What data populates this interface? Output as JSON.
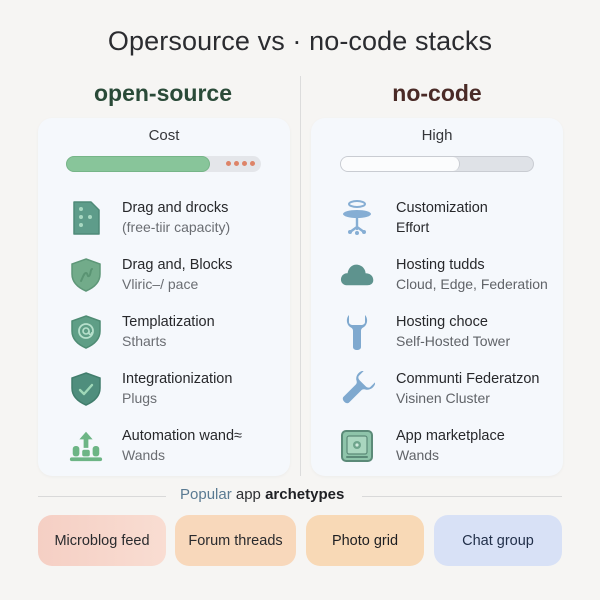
{
  "title": "Opersource vs · no-code stacks",
  "columns": {
    "left": {
      "heading": "open-source",
      "heading_color": "#2a4a38",
      "metric_label": "Cost",
      "bar": {
        "fill_percent": 74,
        "fill_color": "#88c59a",
        "trailing_dots": 4,
        "dot_color": "#dd8468"
      },
      "items": [
        {
          "icon": "dots-document-icon",
          "label": "Drag and drocks",
          "sub": "(free-tiir capacity)"
        },
        {
          "icon": "shield-squiggle-icon",
          "label": "Drag and, Blocks",
          "sub": "Vliric–/ pace"
        },
        {
          "icon": "shield-at-icon",
          "label": "Templatization",
          "sub": "Stharts"
        },
        {
          "icon": "shield-check-icon",
          "label": "Integrationization",
          "sub": "Plugs"
        },
        {
          "icon": "upload-arrow-icon",
          "label": "Automation wand≈",
          "sub": "Wands"
        }
      ]
    },
    "right": {
      "heading": "no-code",
      "heading_color": "#4a2a26",
      "metric_label": "High",
      "bar": {
        "fill_percent": 62,
        "fill_color": "#fbfcfd"
      },
      "items": [
        {
          "icon": "network-node-icon",
          "label": "Customization",
          "sub": "Effort"
        },
        {
          "icon": "cloud-icon",
          "label": "Hosting tudds",
          "sub": "Cloud, Edge, Federation"
        },
        {
          "icon": "wrench-vertical-icon",
          "label": "Hosting choce",
          "sub": "Self-Hosted Tower"
        },
        {
          "icon": "wrench-icon",
          "label": "Communti Federatzon",
          "sub": "Visinen Cluster"
        },
        {
          "icon": "safe-box-icon",
          "label": "App marketplace",
          "sub": "Wands"
        }
      ]
    }
  },
  "archetypes": {
    "title_parts": [
      "Popular",
      "app",
      "archetypes"
    ],
    "chips": [
      {
        "label": "Microblog feed",
        "color": "#f7d6cb"
      },
      {
        "label": "Forum threads",
        "color": "#f8d8bb"
      },
      {
        "label": "Photo grid",
        "color": "#f8d9b6"
      },
      {
        "label": "Chat group",
        "color": "#d8e1f6"
      }
    ]
  }
}
